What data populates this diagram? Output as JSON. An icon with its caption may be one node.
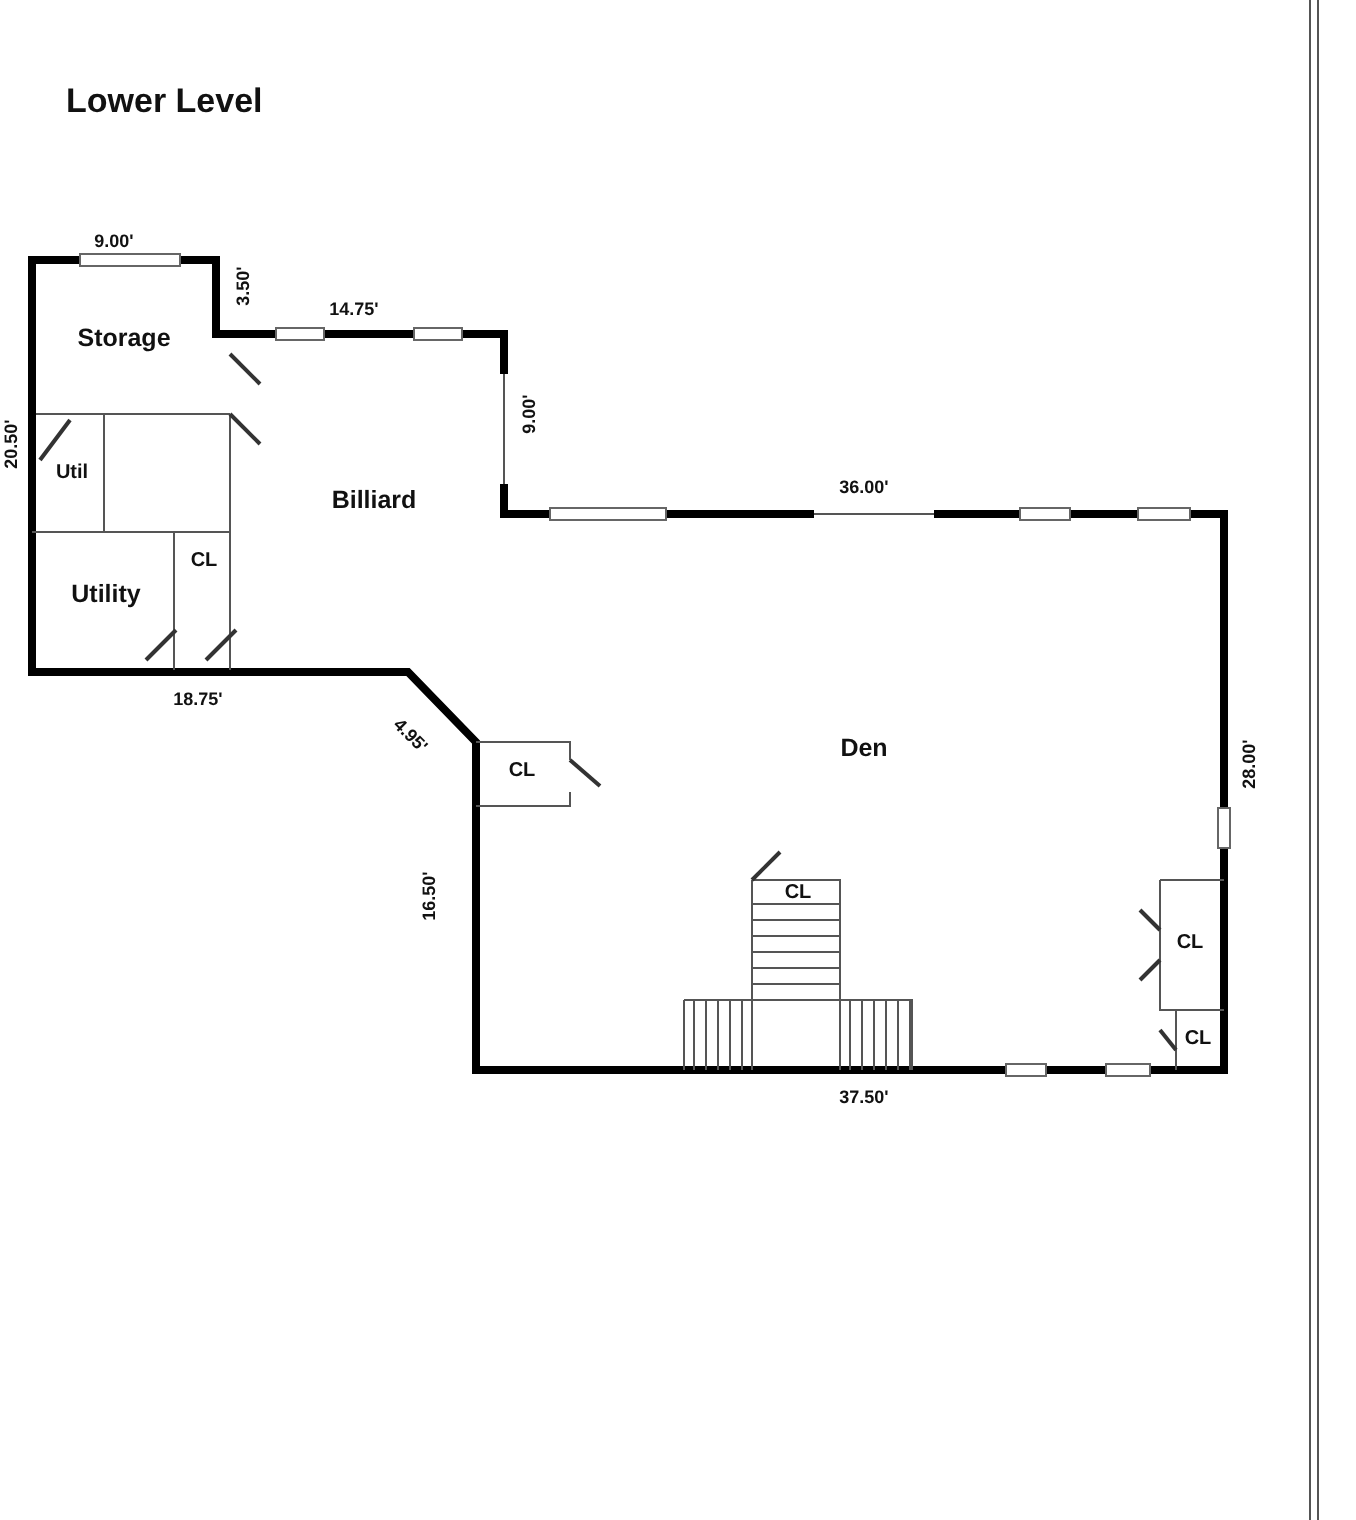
{
  "diagram": {
    "title": "Lower Level",
    "labels": [
      "9.00'",
      "3.50'",
      "14.75'",
      "Storage",
      "20.50'",
      "9.00'",
      "Util",
      "Billiard",
      "36.00'",
      "CL",
      "Utility",
      "18.75'",
      "4.95'",
      "CL",
      "Den",
      "28.00'",
      "CL",
      "16.50'",
      "CL",
      "CL",
      "37.50'"
    ]
  }
}
